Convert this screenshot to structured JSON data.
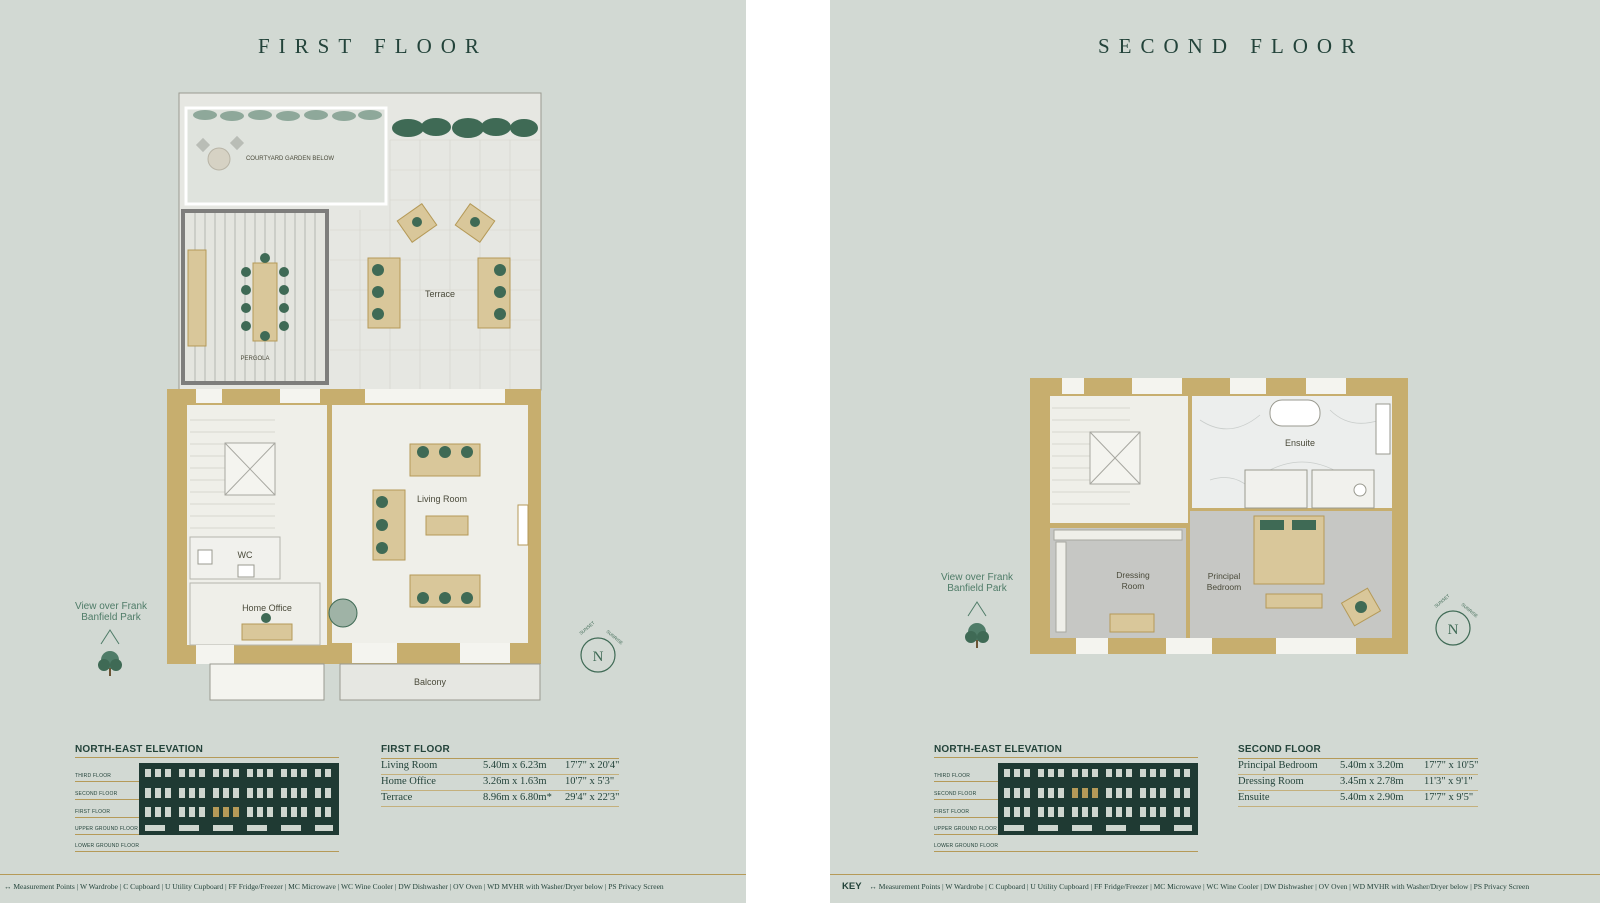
{
  "left": {
    "title": "FIRST FLOOR",
    "rooms": {
      "courtyard": "COURTYARD GARDEN BELOW",
      "pergola": "PERGOLA",
      "terrace": "Terrace",
      "living": "Living Room",
      "wc": "WC",
      "office": "Home Office",
      "balcony": "Balcony"
    },
    "view_label": [
      "View over Frank",
      "Banfield Park"
    ],
    "compass": {
      "letter": "N",
      "sunset": "SUNSET",
      "sunrise": "SUNRISE"
    },
    "elevation": {
      "title": "NORTH-EAST ELEVATION",
      "floors": [
        "THIRD FLOOR",
        "SECOND FLOOR",
        "FIRST FLOOR",
        "UPPER GROUND FLOOR",
        "LOWER GROUND FLOOR"
      ]
    },
    "table": {
      "title": "FIRST FLOOR",
      "rows": [
        {
          "room": "Living Room",
          "metric": "5.40m x 6.23m",
          "imperial": "17'7\" x 20'4\""
        },
        {
          "room": "Home Office",
          "metric": "3.26m x 1.63m",
          "imperial": "10'7\" x 5'3\""
        },
        {
          "room": "Terrace",
          "metric": "8.96m x 6.80m*",
          "imperial": "29'4\" x 22'3\""
        }
      ]
    },
    "key_text": "Measurement Points | W Wardrobe | C Cupboard | U Utility Cupboard | FF Fridge/Freezer | MC Microwave | WC Wine Cooler | DW Dishwasher | OV Oven | WD MVHR with Washer/Dryer below | PS Privacy Screen"
  },
  "right": {
    "title": "SECOND FLOOR",
    "rooms": {
      "ensuite": "Ensuite",
      "dressing": [
        "Dressing",
        "Room"
      ],
      "bedroom": [
        "Principal",
        "Bedroom"
      ]
    },
    "view_label": [
      "View over Frank",
      "Banfield Park"
    ],
    "compass": {
      "letter": "N",
      "sunset": "SUNSET",
      "sunrise": "SUNRISE"
    },
    "elevation": {
      "title": "NORTH-EAST ELEVATION",
      "floors": [
        "THIRD FLOOR",
        "SECOND FLOOR",
        "FIRST FLOOR",
        "UPPER GROUND FLOOR",
        "LOWER GROUND FLOOR"
      ]
    },
    "table": {
      "title": "SECOND FLOOR",
      "rows": [
        {
          "room": "Principal Bedroom",
          "metric": "5.40m x 3.20m",
          "imperial": "17'7\" x 10'5\""
        },
        {
          "room": "Dressing Room",
          "metric": "3.45m x 2.78m",
          "imperial": "11'3\" x 9'1\""
        },
        {
          "room": "Ensuite",
          "metric": "5.40m x 2.90m",
          "imperial": "17'7\" x 9'5\""
        }
      ]
    },
    "key_word": "KEY",
    "key_text": "Measurement Points | W Wardrobe | C Cupboard | U Utility Cupboard | FF Fridge/Freezer | MC Microwave | WC Wine Cooler | DW Dishwasher | OV Oven | WD MVHR with Washer/Dryer below | PS Privacy Screen"
  },
  "colors": {
    "background": "#d2d9d3",
    "wall": "#c7ae6e",
    "title": "#23433a",
    "rule": "#b59a58",
    "foliage": "#3f6a55",
    "sofa": "#d9c79a"
  }
}
